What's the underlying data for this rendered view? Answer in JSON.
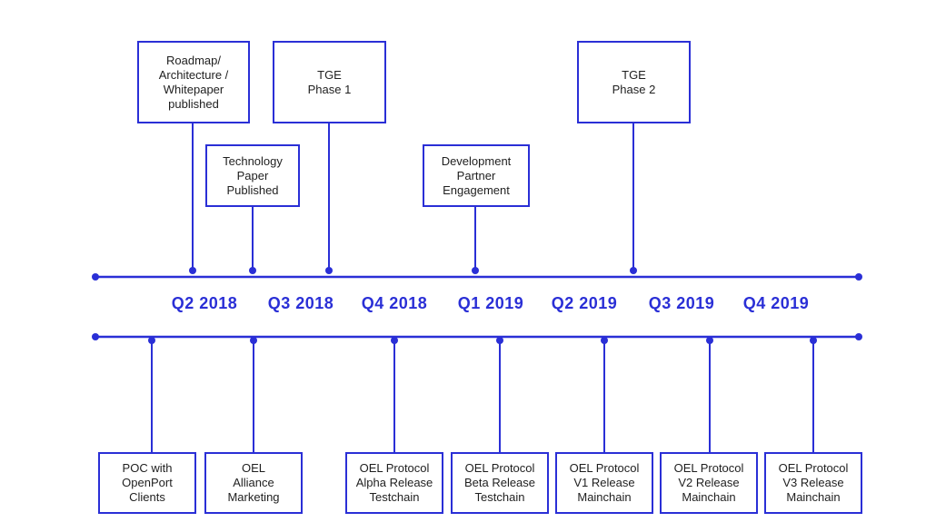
{
  "colors": {
    "accent": "#2a2fd6",
    "text": "#1f1f1f",
    "background": "#ffffff"
  },
  "quarters": [
    "Q2  2018",
    "Q3  2018",
    "Q4  2018",
    "Q1  2019",
    "Q2  2019",
    "Q3  2019",
    "Q4  2019"
  ],
  "milestones_above": [
    {
      "label": "Roadmap/\nArchitecture /\nWhitepaper\npublished"
    },
    {
      "label": "Technology\nPaper\nPublished"
    },
    {
      "label": "TGE\nPhase 1"
    },
    {
      "label": "Development\nPartner\nEngagement"
    },
    {
      "label": "TGE\nPhase 2"
    }
  ],
  "milestones_below": [
    {
      "label": "POC with\nOpenPort\nClients"
    },
    {
      "label": "OEL\nAlliance\nMarketing"
    },
    {
      "label": "OEL Protocol\nAlpha Release\nTestchain"
    },
    {
      "label": "OEL Protocol\nBeta Release\nTestchain"
    },
    {
      "label": "OEL Protocol\nV1 Release\nMainchain"
    },
    {
      "label": "OEL Protocol\nV2 Release\nMainchain"
    },
    {
      "label": "OEL Protocol\nV3 Release\nMainchain"
    }
  ]
}
